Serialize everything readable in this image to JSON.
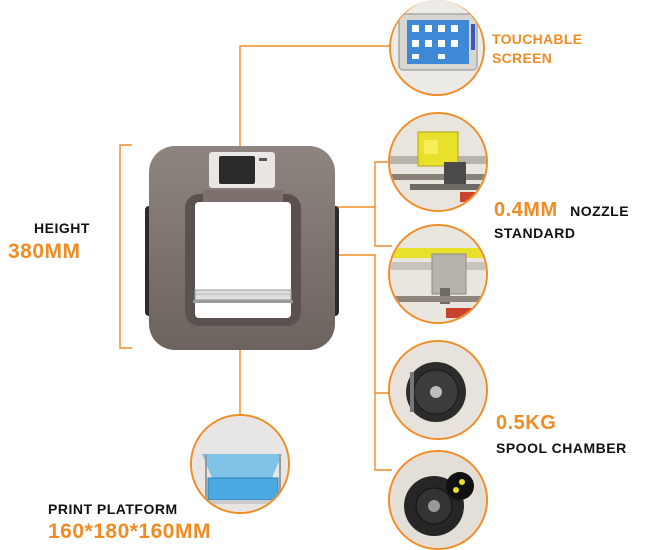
{
  "features": {
    "screen": {
      "line1": "TOUCHABLE",
      "line2": "SCREEN"
    },
    "nozzle": {
      "value": "0.4MM",
      "name": "NOZZLE",
      "line2": "STANDARD"
    },
    "height": {
      "label": "HEIGHT",
      "value": "380MM"
    },
    "spool": {
      "value": "0.5KG",
      "name": "SPOOL CHAMBER"
    },
    "platform": {
      "label": "PRINT PLATFORM",
      "value": "160*180*160MM"
    }
  },
  "colors": {
    "accent": "#f08c25",
    "printer_body": "#7d716d",
    "text_dark": "#111111",
    "screen_blue": "#3f88d6"
  },
  "icons": [
    "printer-icon",
    "screen-icon",
    "nozzle-icon",
    "spool-icon",
    "platform-icon"
  ]
}
